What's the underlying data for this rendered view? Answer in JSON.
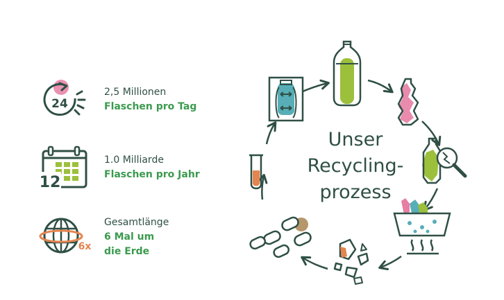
{
  "stats": [
    {
      "line1": "2,5 Millionen",
      "line2": "Flaschen pro Tag",
      "icon": "clock-24-icon",
      "badge": "24"
    },
    {
      "line1": "1.0 Milliarde",
      "line2": "Flaschen pro Jahr",
      "icon": "calendar-icon",
      "badge": "12"
    },
    {
      "line1": "Gesamtlänge",
      "line2": "6 Mal um",
      "line3": "die Erde",
      "icon": "globe-icon",
      "badge": "6x"
    }
  ],
  "cycle": {
    "title_lines": [
      "Unser",
      "Recycling-",
      "prozess"
    ],
    "steps": [
      {
        "icon": "bottle-icon"
      },
      {
        "icon": "crushed-bottle-icon"
      },
      {
        "icon": "inspection-magnifier-icon"
      },
      {
        "icon": "washing-basin-icon"
      },
      {
        "icon": "shredded-flakes-icon"
      },
      {
        "icon": "pellets-icon"
      },
      {
        "icon": "test-tube-icon"
      },
      {
        "icon": "preform-mold-icon"
      }
    ]
  },
  "colors": {
    "dark": "#2f4f45",
    "green": "#3b9a4f",
    "lime": "#9cc03c",
    "pink": "#e77ea3",
    "teal": "#58aeb7",
    "orange": "#e4844e",
    "brown": "#b6976b"
  }
}
